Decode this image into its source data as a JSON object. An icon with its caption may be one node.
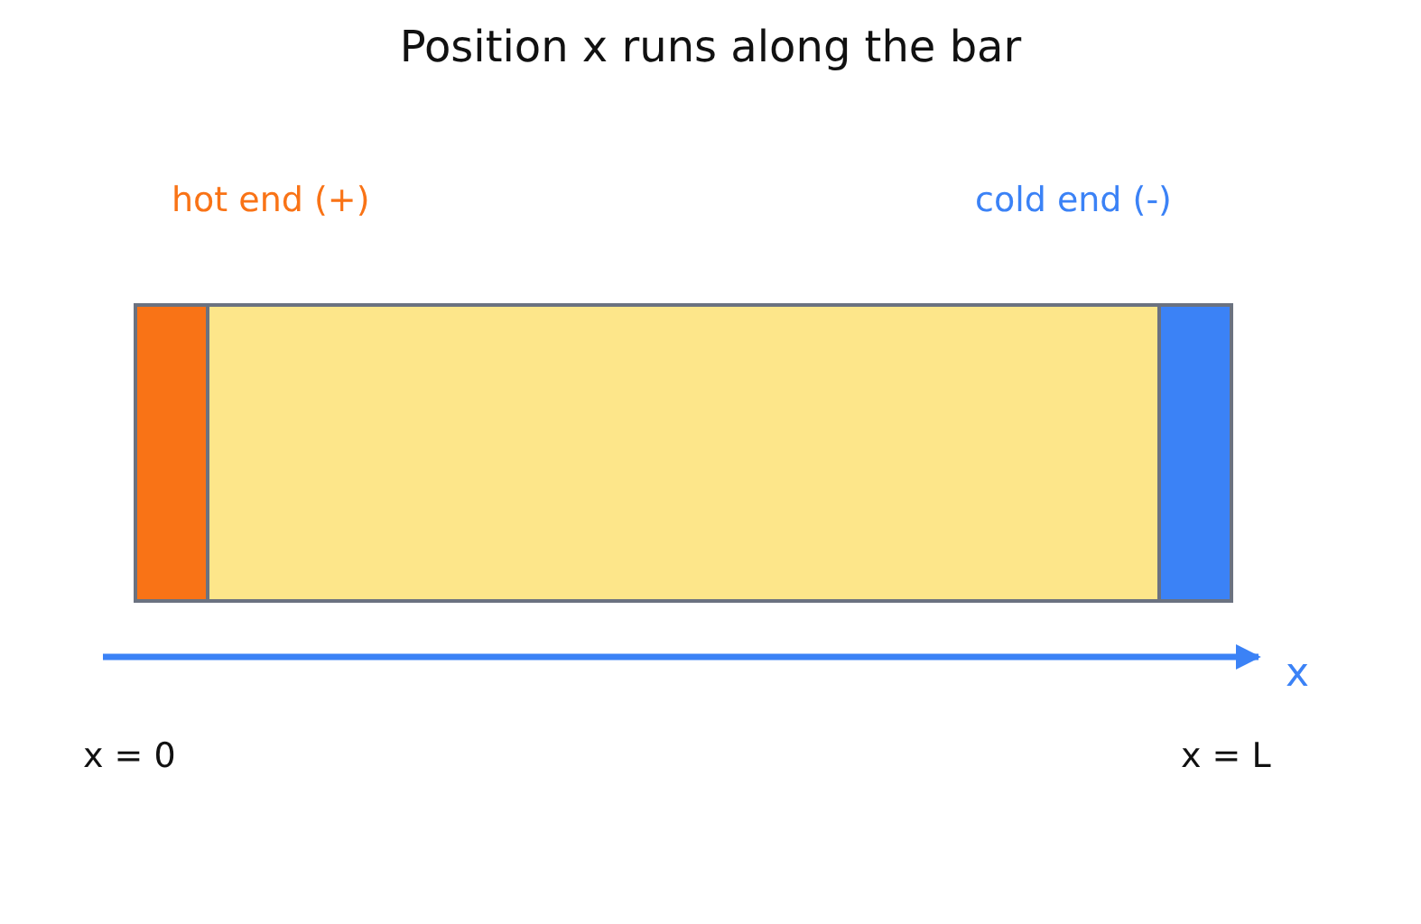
{
  "diagram": {
    "title": "Position x runs along the bar",
    "labels": [
      "hot end (+)",
      "cold end (-)",
      "x",
      "x = 0",
      "x = L"
    ]
  }
}
